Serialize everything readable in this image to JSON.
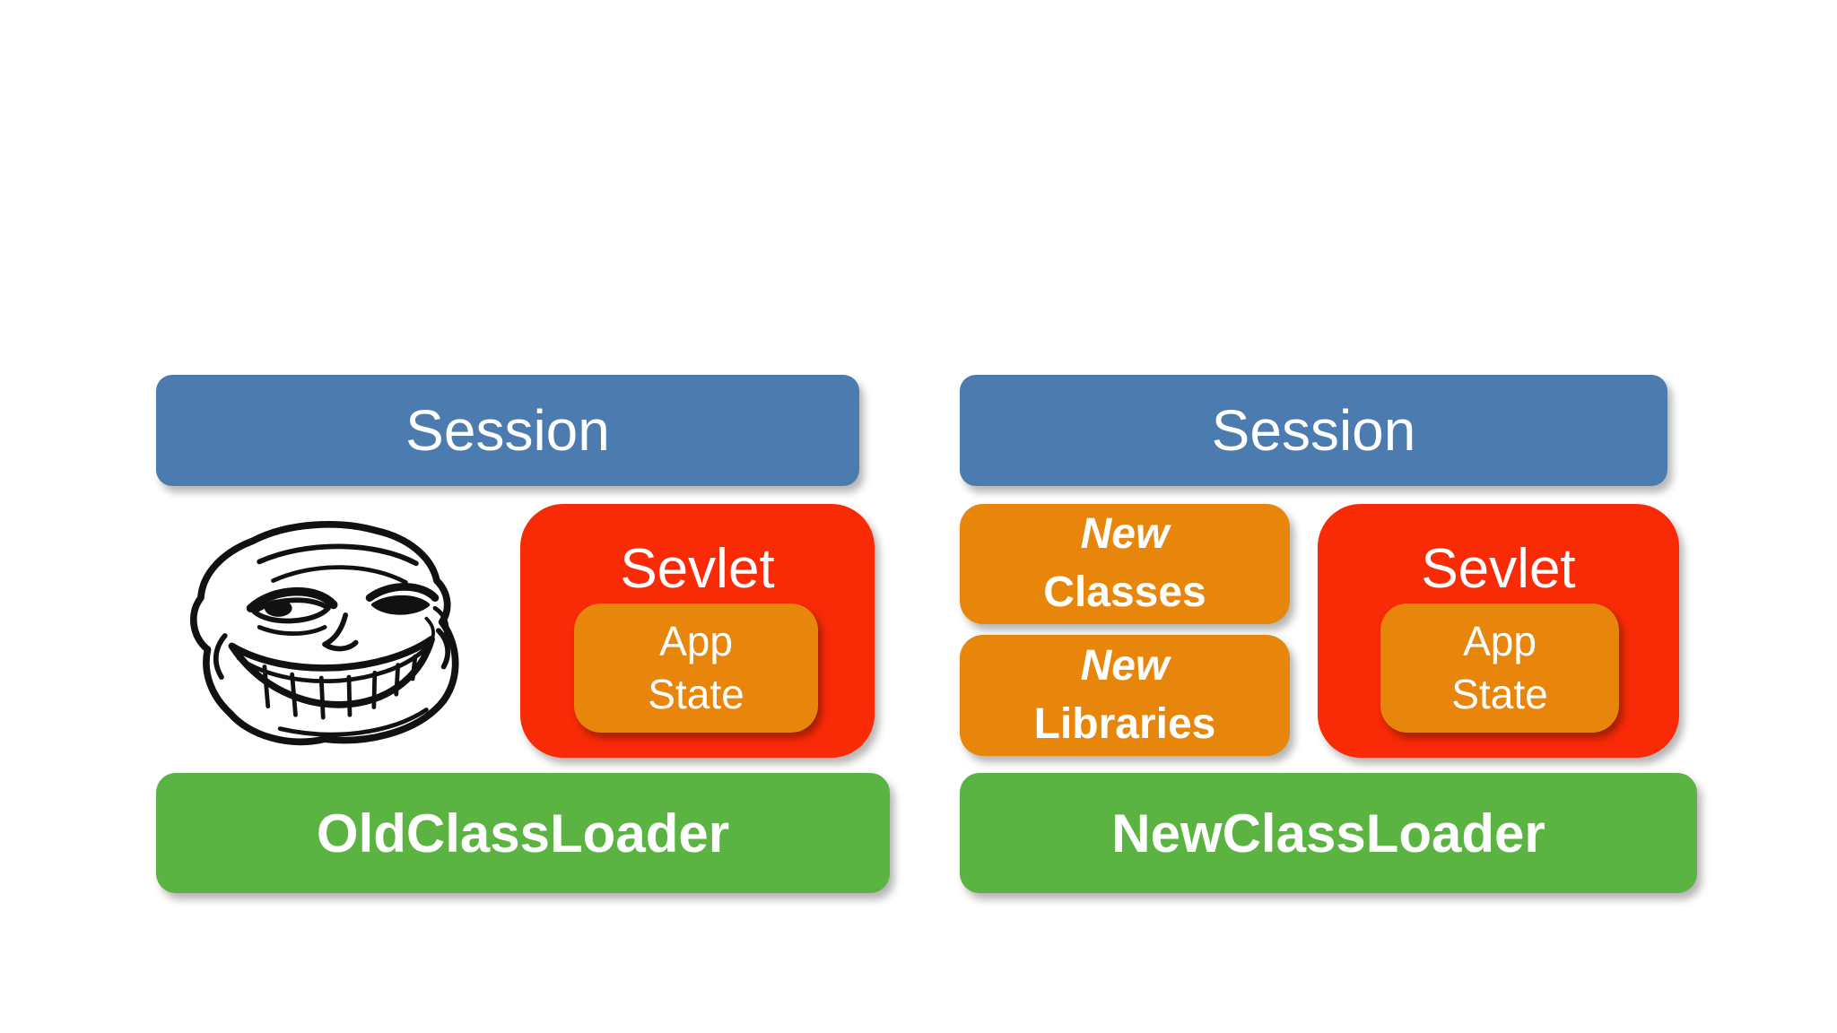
{
  "diagram_title": "classloader-session-comparison",
  "colors": {
    "session_blue": "#4C7BB0",
    "servlet_red": "#F92B06",
    "state_orange": "#E8860B",
    "loader_green": "#5BB441",
    "text_white": "#FFFFFF",
    "troll_ink": "#111111",
    "background": "#FFFFFF"
  },
  "left_group": {
    "session_label": "Session",
    "troll_icon_name": "troll-face-meme",
    "servlet_label": "Sevlet",
    "app_state_line1": "App",
    "app_state_line2": "State",
    "loader_label": "OldClassLoader"
  },
  "right_group": {
    "session_label": "Session",
    "new_classes_line1": "New",
    "new_classes_line2": "Classes",
    "new_libraries_line1": "New",
    "new_libraries_line2": "Libraries",
    "servlet_label": "Sevlet",
    "app_state_line1": "App",
    "app_state_line2": "State",
    "loader_label": "NewClassLoader"
  }
}
